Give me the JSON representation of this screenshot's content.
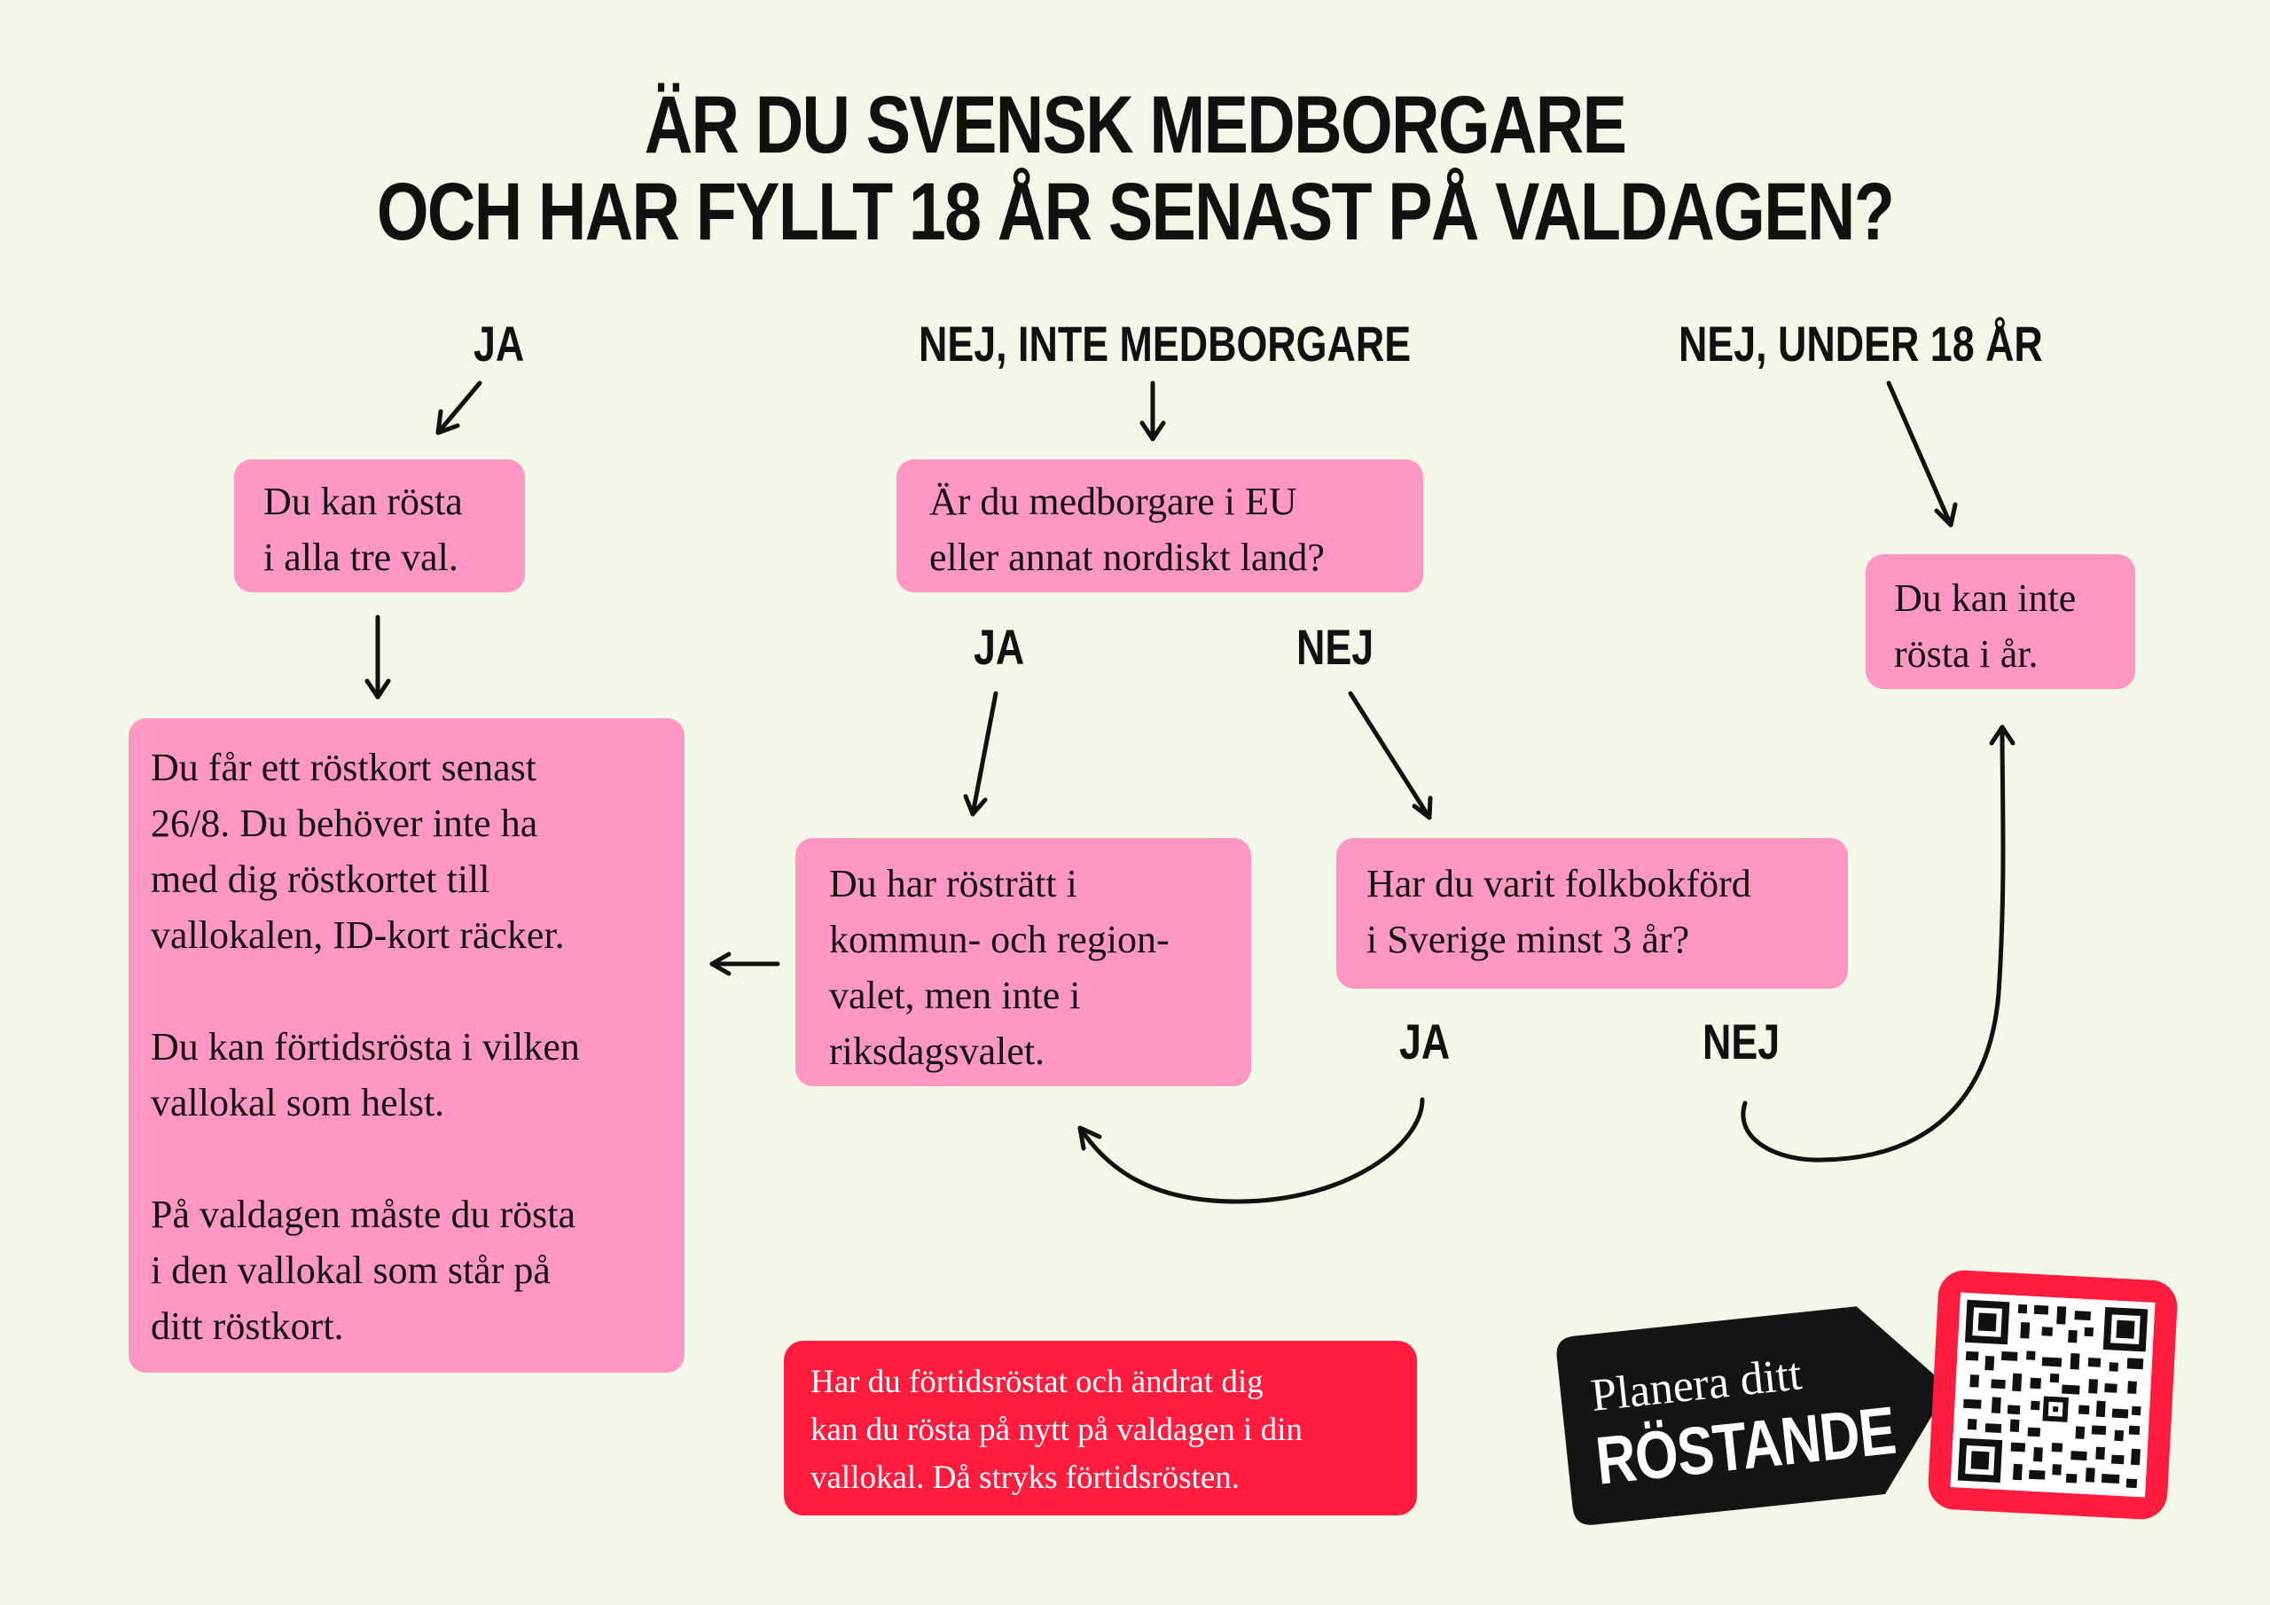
{
  "title": {
    "line1": "ÄR DU SVENSK MEDBORGARE",
    "line2": "OCH HAR FYLLT 18 ÅR SENAST PÅ VALDAGEN?"
  },
  "answers": {
    "ja": "JA",
    "nej_inte_medborgare": "NEJ, INTE MEDBORGARE",
    "nej_under_18": "NEJ, UNDER 18 ÅR"
  },
  "box_kan_rosta": {
    "lines": [
      "Du kan rösta",
      "i alla tre val."
    ]
  },
  "box_rostkort": {
    "lines": [
      "Du får ett röstkort senast",
      "26/8. Du behöver inte ha",
      "med dig röstkortet till",
      "vallokalen, ID-kort räcker.",
      "",
      "Du kan förtidsrösta i vilken",
      "vallokal som helst.",
      "",
      "På valdagen måste du rösta",
      "i den vallokal som står på",
      "ditt röstkort."
    ]
  },
  "box_eu": {
    "lines": [
      "Är du medborgare i EU",
      "eller annat nordiskt land?"
    ],
    "ja": "JA",
    "nej": "NEJ"
  },
  "box_rostratt": {
    "lines": [
      "Du har rösträtt i",
      "kommun- och region-",
      "valet, men inte i",
      "riksdagsvalet."
    ]
  },
  "box_folkbokford": {
    "lines": [
      "Har du varit folkbokförd",
      "i Sverige minst 3 år?"
    ],
    "ja": "JA",
    "nej": "NEJ"
  },
  "box_kan_inte": {
    "lines": [
      "Du kan inte",
      "rösta i år."
    ]
  },
  "note": {
    "lines": [
      "Har du förtidsröstat och ändrat dig",
      "kan du rösta på nytt på valdagen i din",
      "vallokal. Då stryks förtidsrösten."
    ]
  },
  "tag": {
    "small": "Planera ditt",
    "big": "RÖSTANDE"
  },
  "colors": {
    "background": "#f2f7e7",
    "box_pink": "#ff97c2",
    "note_red": "#ff1c3e",
    "text_dark": "#111111",
    "tag_black": "#141414"
  }
}
